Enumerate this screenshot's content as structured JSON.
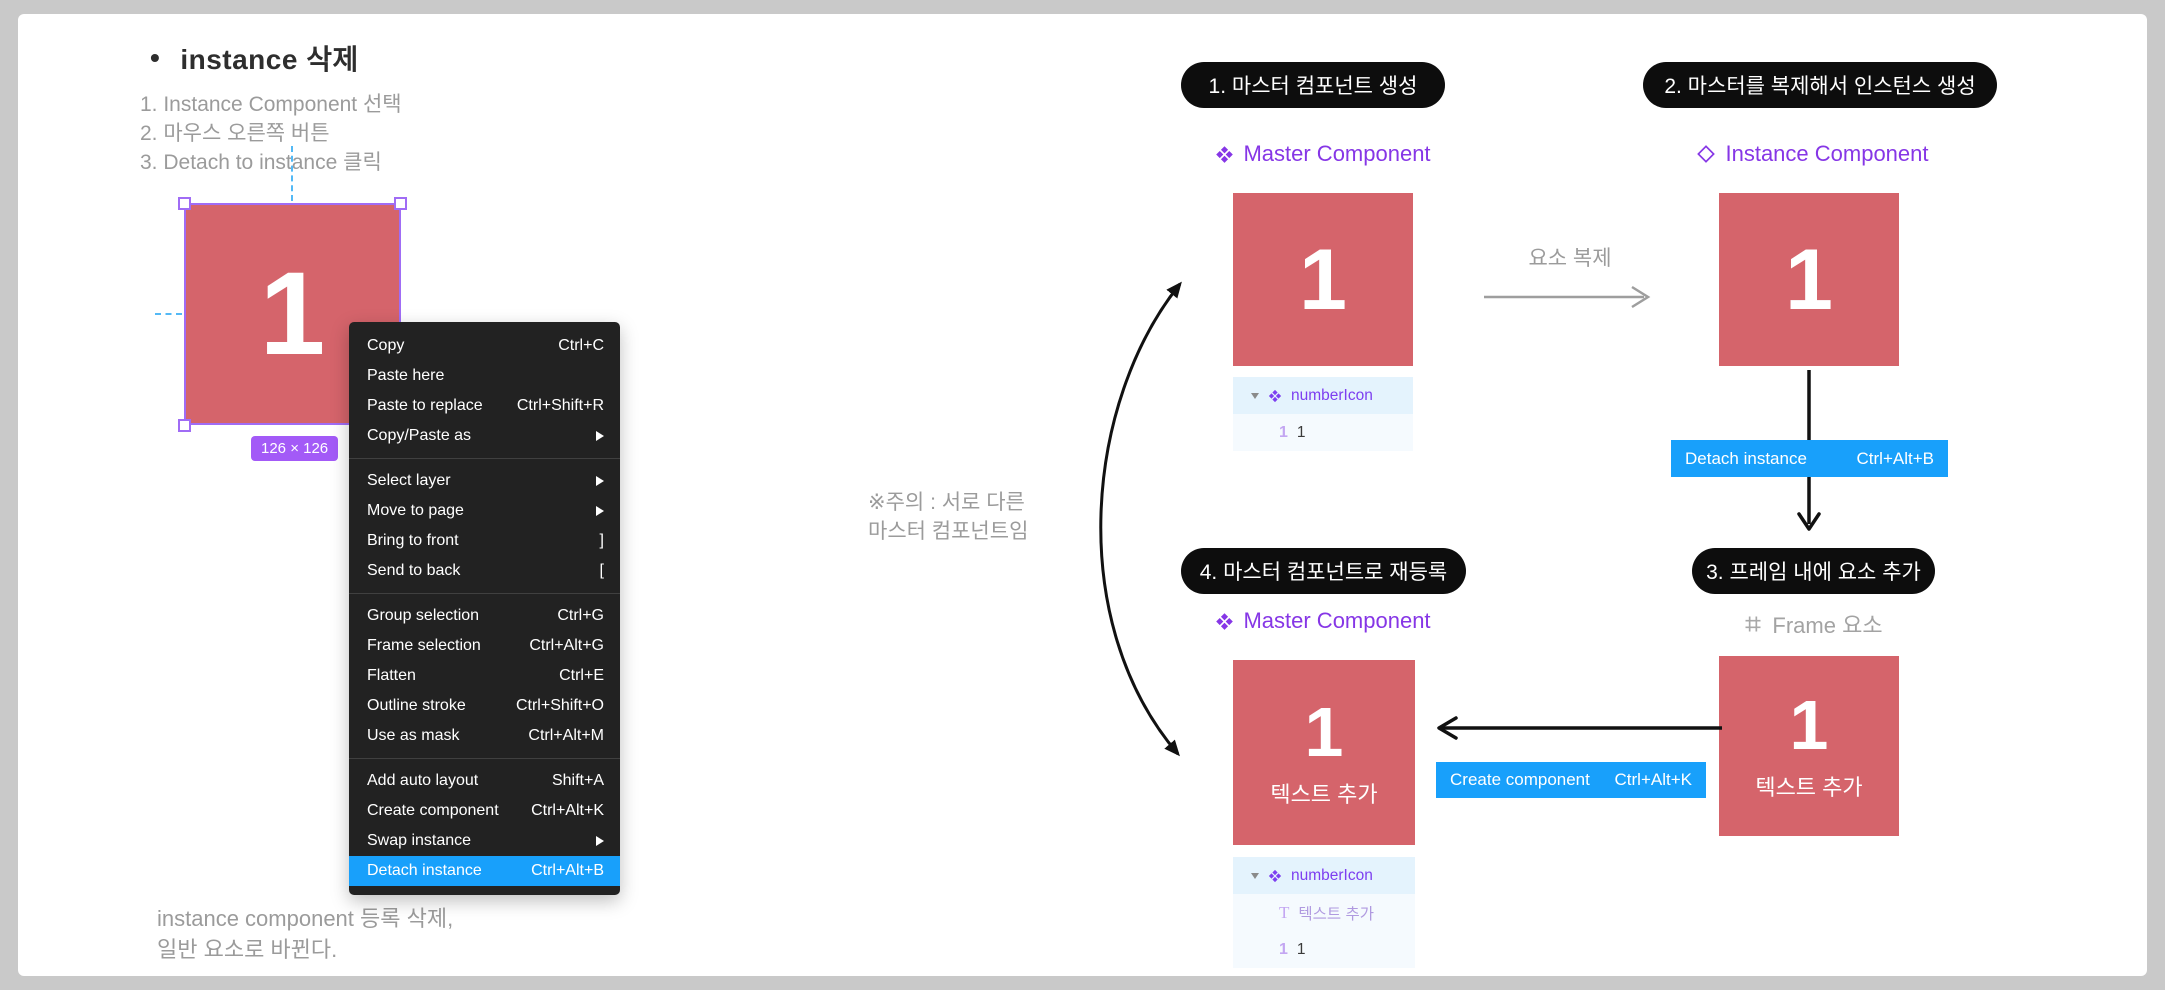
{
  "left": {
    "bullet": "•",
    "heading": "instance 삭제",
    "steps": [
      "1. Instance Component 선택",
      "2. 마우스 오른쪽 버튼",
      "3. Detach to instance 클릭"
    ],
    "square_label": "1",
    "size_badge": "126 × 126",
    "footer_line1": "instance component 등록 삭제,",
    "footer_line2": "일반 요소로 바뀐다."
  },
  "menu": {
    "groups": [
      {
        "items": [
          {
            "label": "Copy",
            "shortcut": "Ctrl+C"
          },
          {
            "label": "Paste here",
            "shortcut": ""
          },
          {
            "label": "Paste to replace",
            "shortcut": "Ctrl+Shift+R"
          },
          {
            "label": "Copy/Paste as",
            "submenu": true
          }
        ]
      },
      {
        "items": [
          {
            "label": "Select layer",
            "submenu": true
          },
          {
            "label": "Move to page",
            "submenu": true
          },
          {
            "label": "Bring to front",
            "shortcut": "]"
          },
          {
            "label": "Send to back",
            "shortcut": "["
          }
        ]
      },
      {
        "items": [
          {
            "label": "Group selection",
            "shortcut": "Ctrl+G"
          },
          {
            "label": "Frame selection",
            "shortcut": "Ctrl+Alt+G"
          },
          {
            "label": "Flatten",
            "shortcut": "Ctrl+E"
          },
          {
            "label": "Outline stroke",
            "shortcut": "Ctrl+Shift+O"
          },
          {
            "label": "Use as mask",
            "shortcut": "Ctrl+Alt+M"
          }
        ]
      },
      {
        "items": [
          {
            "label": "Add auto layout",
            "shortcut": "Shift+A"
          },
          {
            "label": "Create component",
            "shortcut": "Ctrl+Alt+K"
          },
          {
            "label": "Swap instance",
            "submenu": true
          },
          {
            "label": "Detach instance",
            "shortcut": "Ctrl+Alt+B",
            "highlighted": true
          }
        ]
      }
    ]
  },
  "diagram": {
    "step1_badge": "1. 마스터 컴포넌트 생성",
    "step2_badge": "2. 마스터를 복제해서 인스턴스 생성",
    "step3_badge": "3. 프레임 내에 요소 추가",
    "step4_badge": "4. 마스터 컴포넌트로 재등록",
    "master_label": "Master Component",
    "instance_label": "Instance Component",
    "frame_label": "Frame 요소",
    "copy_arrow_label": "요소 복제",
    "note_line1": "※주의 : 서로 다른",
    "note_line2": "마스터 컴포넌트임",
    "square_number": "1",
    "square_text": "텍스트 추가",
    "detach_button": {
      "label": "Detach instance",
      "shortcut": "Ctrl+Alt+B"
    },
    "create_button": {
      "label": "Create component",
      "shortcut": "Ctrl+Alt+K"
    },
    "panel1": {
      "rows": [
        {
          "label": "numberIcon"
        },
        {
          "icon_glyph": "1",
          "label": "1"
        }
      ]
    },
    "panel2": {
      "rows": [
        {
          "label": "numberIcon"
        },
        {
          "icon_glyph": "T",
          "label": "텍스트 추가"
        },
        {
          "icon_glyph": "1",
          "label": "1"
        }
      ]
    }
  },
  "colors": {
    "red": "#d5646b",
    "accent_purple": "#8636e6",
    "blue": "#18a0fb",
    "badge_purple": "#a35af7",
    "selection_purple": "#a06cf5",
    "pill_black": "#0d0d0d"
  }
}
